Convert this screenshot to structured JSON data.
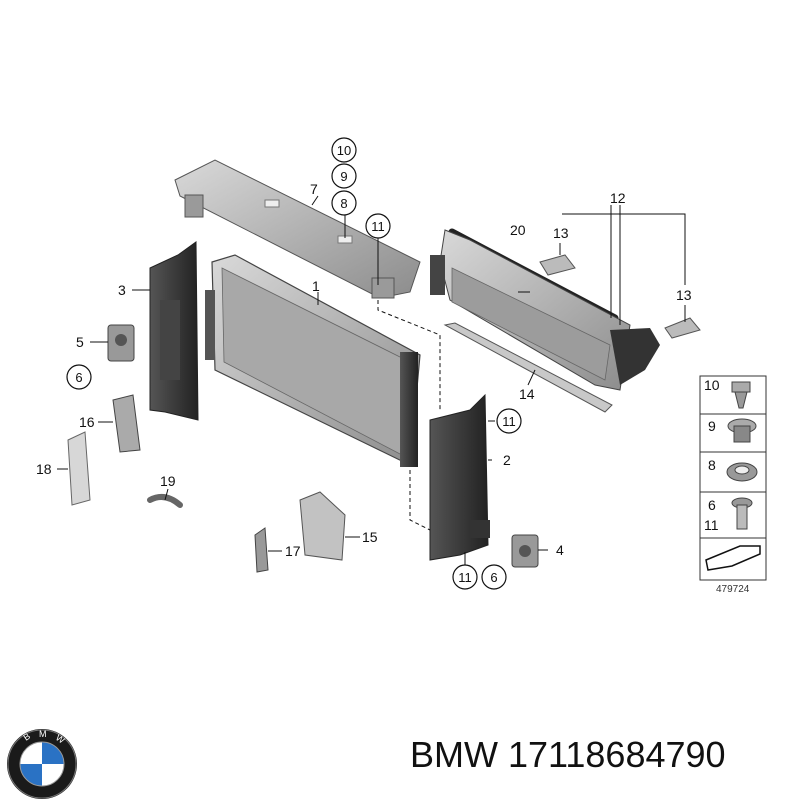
{
  "diagram": {
    "callouts": {
      "p1": "1",
      "p2": "2",
      "p3": "3",
      "p4": "4",
      "p5": "5",
      "p7": "7",
      "p12": "12",
      "p13a": "13",
      "p13b": "13",
      "p14": "14",
      "p15": "15",
      "p16": "16",
      "p17": "17",
      "p18": "18",
      "p19": "19",
      "p20": "20"
    },
    "circled": {
      "c10": "10",
      "c9": "9",
      "c8": "8",
      "c11_top": "11",
      "c6_left": "6",
      "c11_right": "11",
      "c11_bottom": "11",
      "c6_bottom": "6"
    },
    "legend": {
      "items": [
        "10",
        "9",
        "8",
        "6",
        "11"
      ],
      "code": "479724"
    }
  },
  "footer": {
    "brand_logo": "BMW",
    "caption": "BMW 17118684790"
  },
  "colors": {
    "part_fill": "#bdbdbd",
    "part_dark": "#3a3a3a",
    "line": "#111111"
  }
}
